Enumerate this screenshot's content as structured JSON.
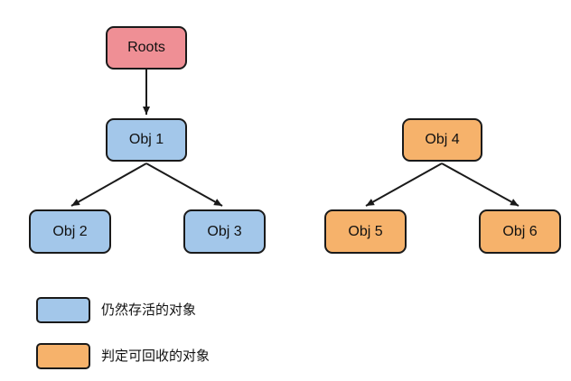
{
  "colors": {
    "root": "#ef8f95",
    "live": "#a3c7ea",
    "reclaimable": "#f6b26b",
    "stroke": "#1a1a1a"
  },
  "nodes": {
    "roots": {
      "label": "Roots",
      "color": "root"
    },
    "obj1": {
      "label": "Obj 1",
      "color": "live"
    },
    "obj2": {
      "label": "Obj 2",
      "color": "live"
    },
    "obj3": {
      "label": "Obj 3",
      "color": "live"
    },
    "obj4": {
      "label": "Obj 4",
      "color": "reclaimable"
    },
    "obj5": {
      "label": "Obj 5",
      "color": "reclaimable"
    },
    "obj6": {
      "label": "Obj 6",
      "color": "reclaimable"
    }
  },
  "edges": [
    {
      "from": "roots",
      "to": "obj1"
    },
    {
      "from": "obj1",
      "to": "obj2"
    },
    {
      "from": "obj1",
      "to": "obj3"
    },
    {
      "from": "obj4",
      "to": "obj5"
    },
    {
      "from": "obj4",
      "to": "obj6"
    }
  ],
  "legend": {
    "live_label": "仍然存活的对象",
    "reclaimable_label": "判定可回收的对象"
  }
}
